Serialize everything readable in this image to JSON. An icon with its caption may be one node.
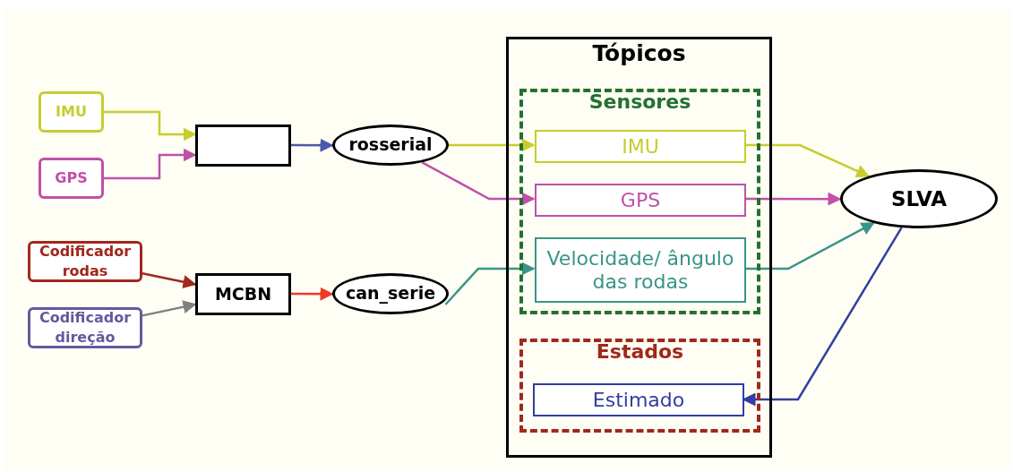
{
  "diagram": {
    "nodes": [
      {
        "text": [
          "IMU"
        ]
      },
      {
        "text": [
          "GPS"
        ]
      },
      {
        "text": [],
        "shape": "box"
      },
      {
        "text": [
          "rosserial"
        ]
      },
      {
        "text": [
          "Codificador rodas"
        ]
      },
      {
        "text": [
          "Codificador direção"
        ]
      },
      {
        "text": [
          "MCBN"
        ]
      },
      {
        "text": [
          "can_serie"
        ]
      },
      {
        "text": [
          "Tópicos"
        ]
      },
      {
        "text": [
          "Sensores"
        ],
        "in": 8
      },
      {
        "text": [
          "IMU"
        ],
        "in": 9
      },
      {
        "text": [
          "GPS"
        ],
        "in": 9
      },
      {
        "text": [
          "Velocidade/ ângulo das rodas"
        ],
        "in": 9
      },
      {
        "text": [
          "Estados"
        ],
        "in": 8
      },
      {
        "text": [
          "Estimado"
        ],
        "in": 13
      },
      {
        "text": [
          "SLVA"
        ]
      }
    ],
    "edges": [
      {
        "from": 0,
        "to": 2,
        "arrow": "to",
        "color": "#c8cc2e"
      },
      {
        "from": 1,
        "to": 2,
        "arrow": "to",
        "color": "#c050a8"
      },
      {
        "from": 2,
        "to": 3,
        "arrow": "to",
        "color": "#4a5aa8"
      },
      {
        "from": 3,
        "to": 10,
        "arrow": "to",
        "color": "#c8cc2e"
      },
      {
        "from": 3,
        "to": 11,
        "arrow": "to",
        "color": "#c050a8"
      },
      {
        "from": 4,
        "to": 6,
        "arrow": "to",
        "color": "#a0281c"
      },
      {
        "from": 5,
        "to": 6,
        "arrow": "to",
        "color": "#808080"
      },
      {
        "from": 6,
        "to": 7,
        "arrow": "to",
        "color": "#f03a2a"
      },
      {
        "from": 7,
        "to": 12,
        "arrow": "to",
        "color": "#3a9488"
      },
      {
        "from": 10,
        "to": 15,
        "arrow": "to",
        "color": "#c8cc2e"
      },
      {
        "from": 11,
        "to": 15,
        "arrow": "to",
        "color": "#c050a8"
      },
      {
        "from": 12,
        "to": 15,
        "arrow": "to",
        "color": "#3a9488"
      },
      {
        "from": 15,
        "to": 14,
        "arrow": "to",
        "color": "#323ea0"
      }
    ]
  }
}
